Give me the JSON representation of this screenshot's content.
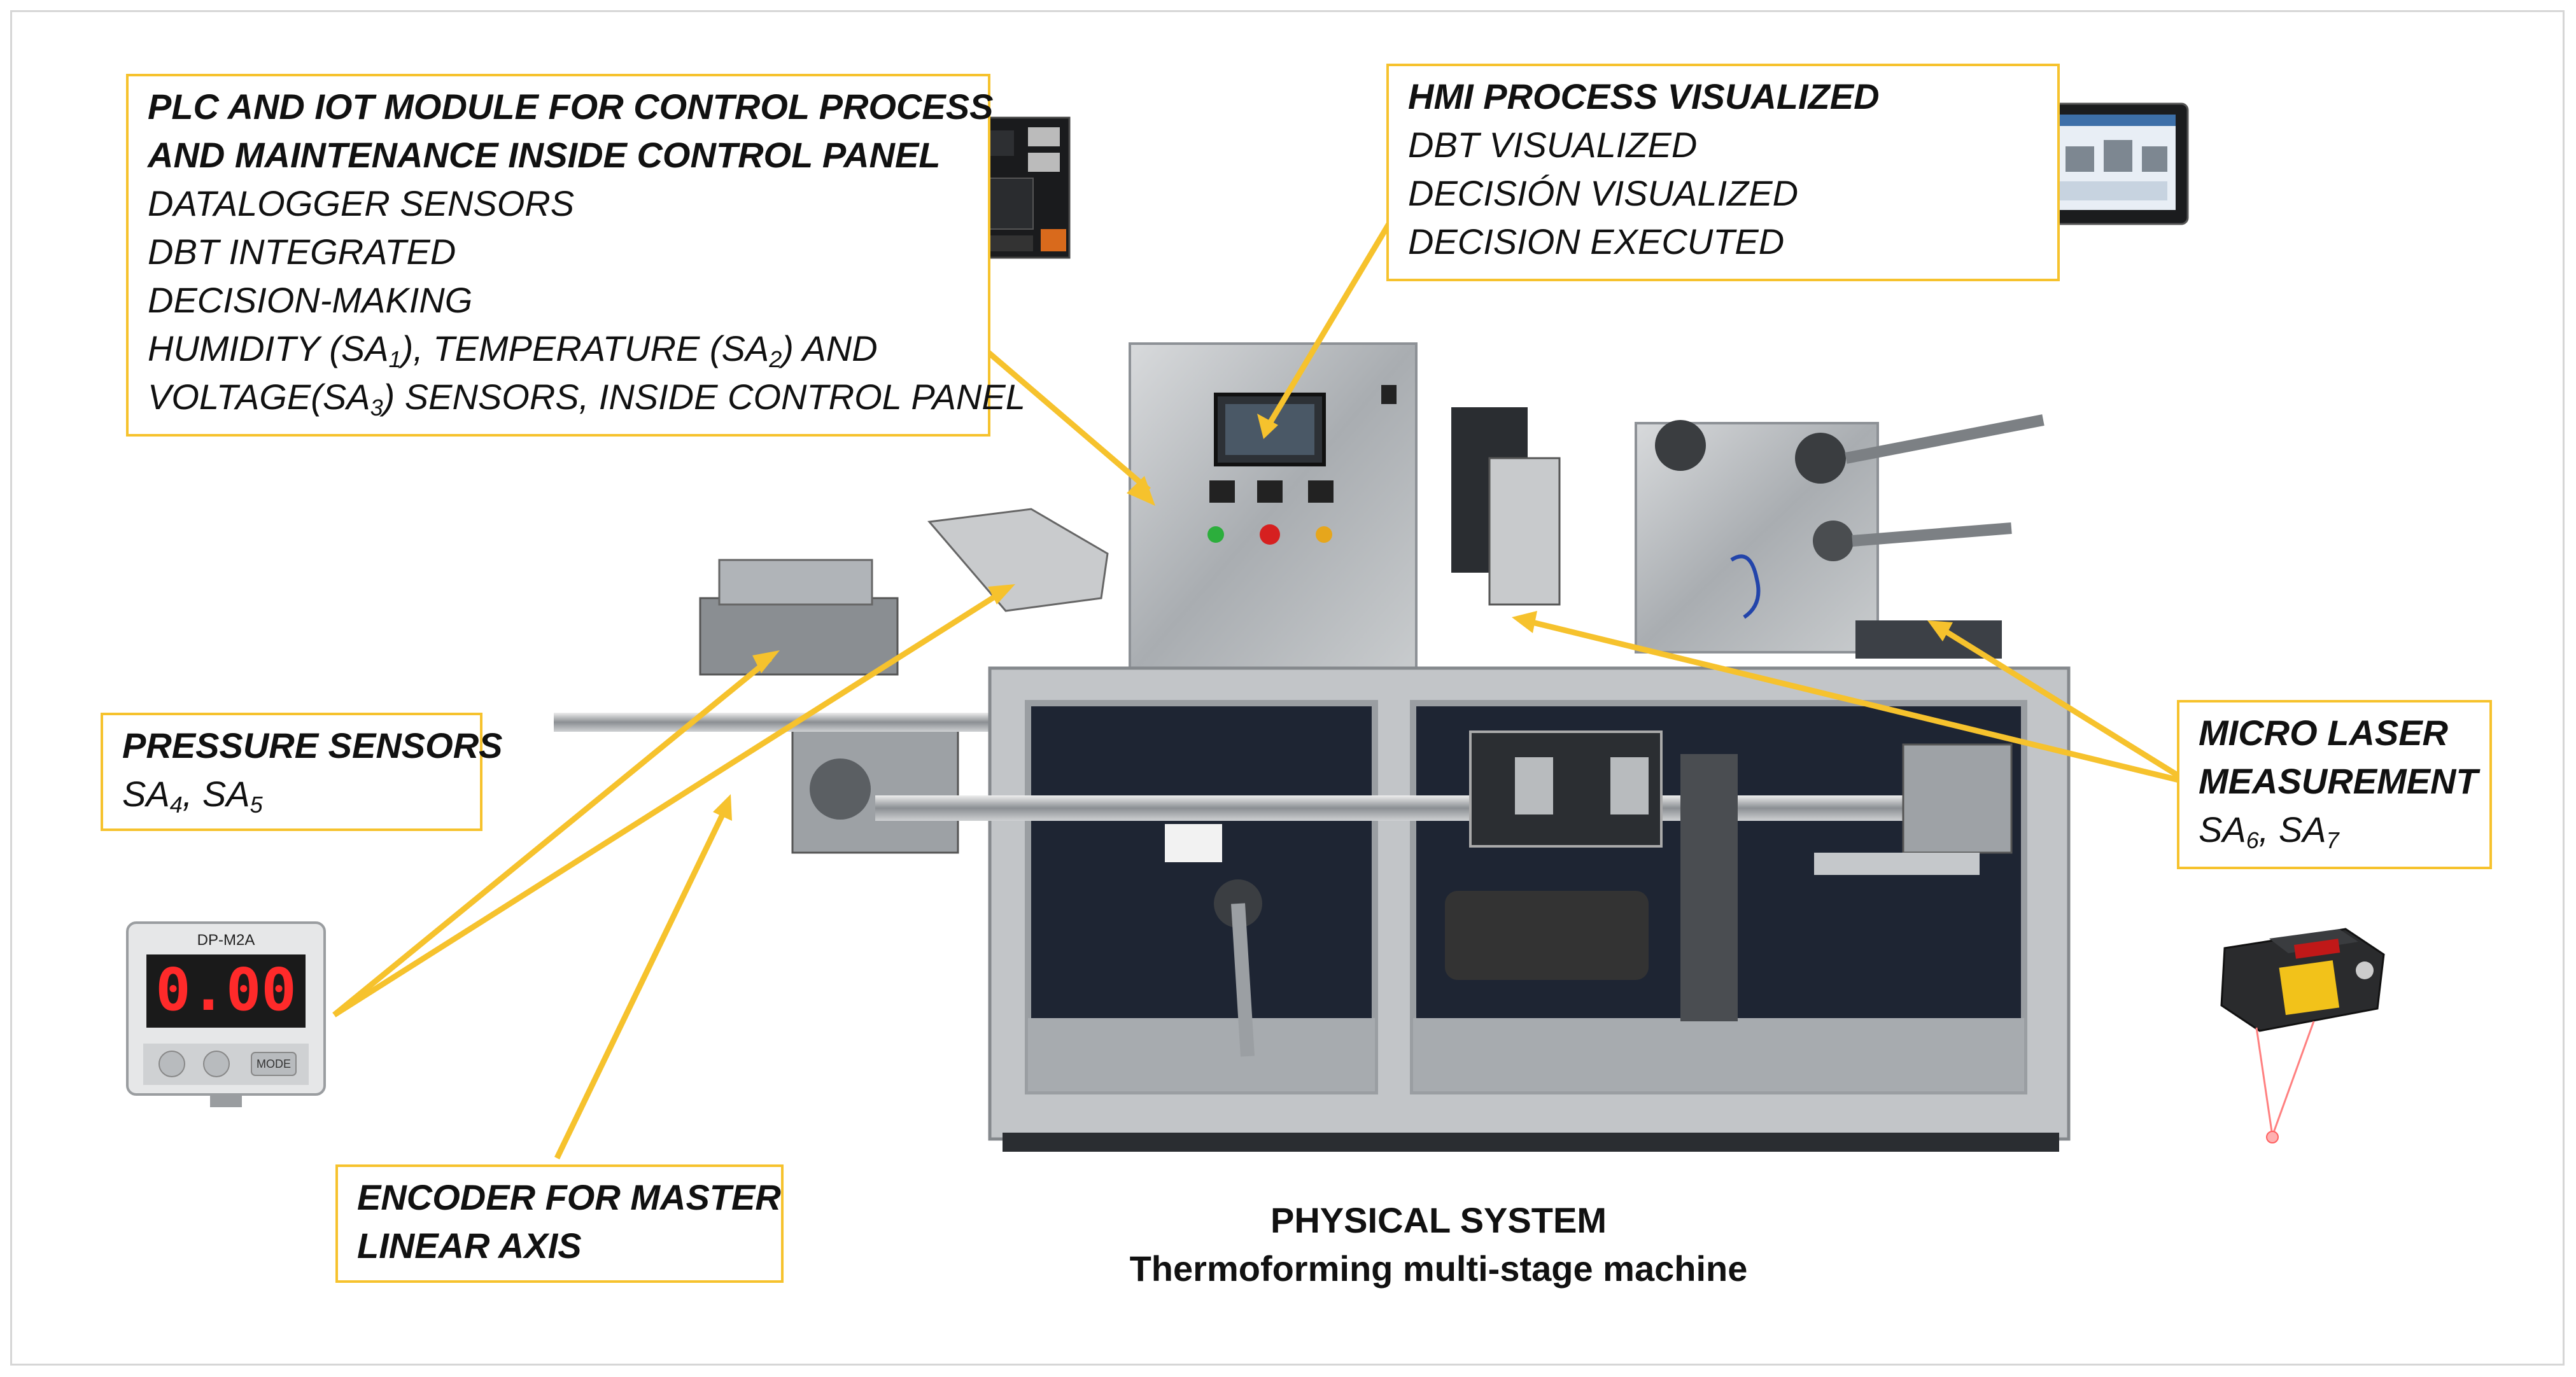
{
  "callouts": {
    "plc": {
      "title_line1": "PLC AND IOT MODULE FOR CONTROL PROCESS",
      "title_line2": "AND MAINTENANCE INSIDE CONTROL PANEL",
      "line3": "DATALOGGER SENSORS",
      "line4": "DBT INTEGRATED",
      "line5": "DECISION-MAKING",
      "line6_a": "HUMIDITY (SA",
      "line6_sub1": "1",
      "line6_b": "), TEMPERATURE (SA",
      "line6_sub2": "2",
      "line6_c": ") AND",
      "line7_a": "VOLTAGE(SA",
      "line7_sub": "3",
      "line7_b": ") SENSORS, INSIDE CONTROL PANEL"
    },
    "hmi": {
      "title": "HMI PROCESS VISUALIZED",
      "line2": "DBT  VISUALIZED",
      "line3": "DECISIÓN VISUALIZED",
      "line4": "DECISION EXECUTED"
    },
    "pressure": {
      "title": "PRESSURE SENSORS",
      "sa_a": "SA",
      "sub_a": "4",
      "sep": ", SA",
      "sub_b": "5"
    },
    "laser": {
      "title_line1": "MICRO LASER",
      "title_line2": "MEASUREMENT",
      "sa_a": "SA",
      "sub_a": "6",
      "sep": ", SA",
      "sub_b": "7"
    },
    "encoder": {
      "line1": "ENCODER FOR MASTER",
      "line2": "LINEAR AXIS"
    }
  },
  "caption": {
    "line1": "PHYSICAL SYSTEM",
    "line2": "Thermoforming multi-stage machine"
  },
  "pressure_display": {
    "model": "DP-M2A",
    "value": "0.00",
    "mode": "MODE"
  },
  "colors": {
    "accent": "#f6c22d",
    "steel": "#b9bcc0",
    "dark_panel": "#1e2533",
    "led_red": "#ff2a2a"
  }
}
